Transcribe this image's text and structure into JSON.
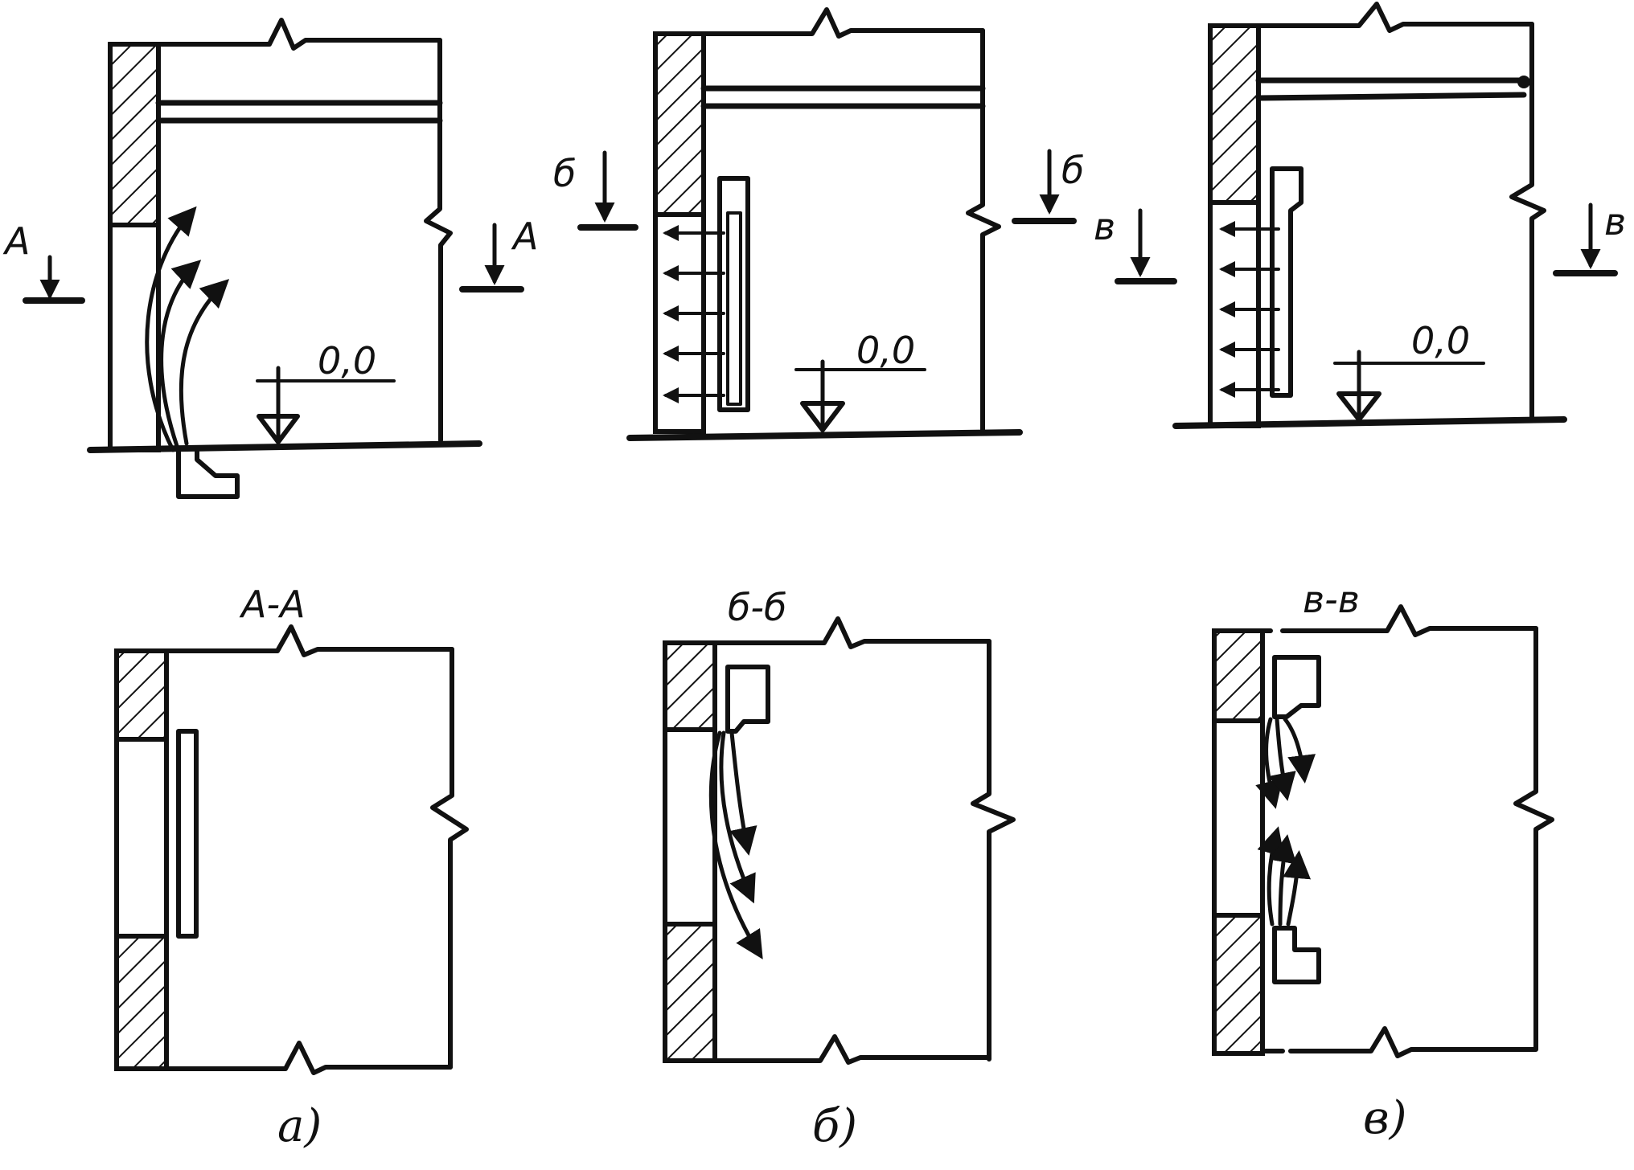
{
  "panels": [
    {
      "id": "a",
      "cut_mark": "А",
      "section_title": "А-А",
      "level": "0,0",
      "caption": "а)"
    },
    {
      "id": "b",
      "cut_mark": "б",
      "section_title": "б-б",
      "level": "0,0",
      "caption": "б)"
    },
    {
      "id": "v",
      "cut_mark": "в",
      "section_title": "в-в",
      "level": "0,0",
      "caption": "в)"
    }
  ],
  "colors": {
    "ink": "#111111",
    "paper": "#ffffff"
  }
}
